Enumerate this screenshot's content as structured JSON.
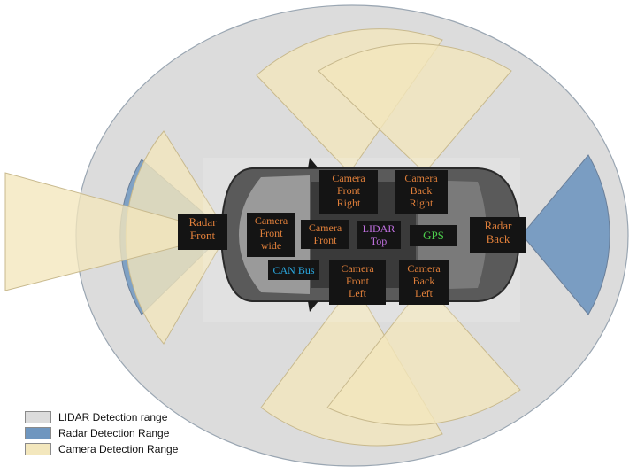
{
  "colors": {
    "lidar": "#dcdcdc",
    "radar": "#6f96bf",
    "camera": "#f3e7bd",
    "label_bg": "#141414",
    "label_orange": "#e07f3a",
    "label_blue": "#2aa8e0",
    "label_purple": "#c070e0",
    "label_green": "#4ccf4c"
  },
  "labels": {
    "radar_front": [
      "Radar",
      "Front"
    ],
    "camera_front_wide": [
      "Camera",
      "Front",
      "wide"
    ],
    "camera_front": [
      "Camera",
      "Front"
    ],
    "camera_front_right": [
      "Camera",
      "Front",
      "Right"
    ],
    "camera_back_right": [
      "Camera",
      "Back",
      "Right"
    ],
    "lidar_top": [
      "LIDAR",
      "Top"
    ],
    "gps": [
      "GPS"
    ],
    "radar_back": [
      "Radar",
      "Back"
    ],
    "can_bus": [
      "CAN Bus"
    ],
    "camera_front_left": [
      "Camera",
      "Front",
      "Left"
    ],
    "camera_back_left": [
      "Camera",
      "Back",
      "Left"
    ]
  },
  "legend": [
    {
      "label": "LIDAR Detection range",
      "color": "#dcdcdc"
    },
    {
      "label": "Radar Detection Range",
      "color": "#6f96bf"
    },
    {
      "label": "Camera Detection Range",
      "color": "#f3e7bd"
    }
  ]
}
